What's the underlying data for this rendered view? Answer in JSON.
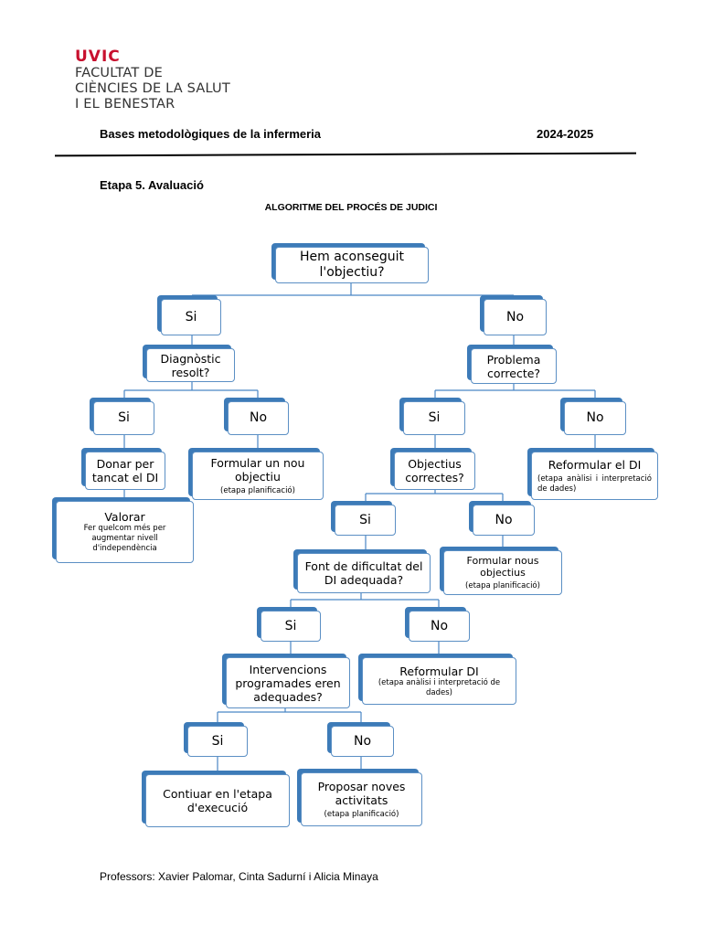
{
  "header": {
    "logo": "UVIC",
    "faculty_lines": [
      "FACULTAT DE",
      "CIÈNCIES DE LA SALUT",
      "I EL BENESTAR"
    ],
    "course": "Bases metodològiques de la infermeria",
    "year": "2024-2025"
  },
  "section_title": "Etapa 5. Avaluació",
  "diagram_title": "ALGORITME DEL PROCÉS DE JUDICI",
  "nodes": {
    "root": "Hem aconseguit l'objectiu?",
    "si1": "Si",
    "no1": "No",
    "diag": "Diagnòstic resolt?",
    "prob": "Problema correcte?",
    "si2": "Si",
    "no2": "No",
    "si3": "Si",
    "no3": "No",
    "donar": "Donar per tancat el DI",
    "formular_nou": "Formular un nou objectiu",
    "formular_nou_sub": "(etapa planificació)",
    "obj_corr": "Objectius correctes?",
    "reformular_di_1": "Reformular el DI",
    "reformular_di_1_sub": "(etapa anàlisi i interpretació de dades)",
    "valorar": "Valorar",
    "valorar_sub": "Fer quelcom més per augmentar nivell d'independència",
    "si4": "Si",
    "no4": "No",
    "font": "Font de dificultat del DI adequada?",
    "formular_nous": "Formular nous objectius",
    "formular_nous_sub": "(etapa planificació)",
    "si5": "Si",
    "no5": "No",
    "interv": "Intervencions programades eren adequades?",
    "reformular_di_2": "Reformular DI",
    "reformular_di_2_sub": "(etapa anàlisi i interpretació de dades)",
    "si6": "Si",
    "no6": "No",
    "continuar": "Contiuar en l'etapa d'execució",
    "proposar": "Proposar noves activitats",
    "proposar_sub": "(etapa planificació)"
  },
  "footer": "Professors: Xavier Palomar, Cinta Sadurní i Alicia Minaya",
  "colors": {
    "box_border": "#5b8fc4",
    "box_shadow": "#3d7bb8",
    "connector": "#4a86c5",
    "logo": "#c8102e"
  }
}
